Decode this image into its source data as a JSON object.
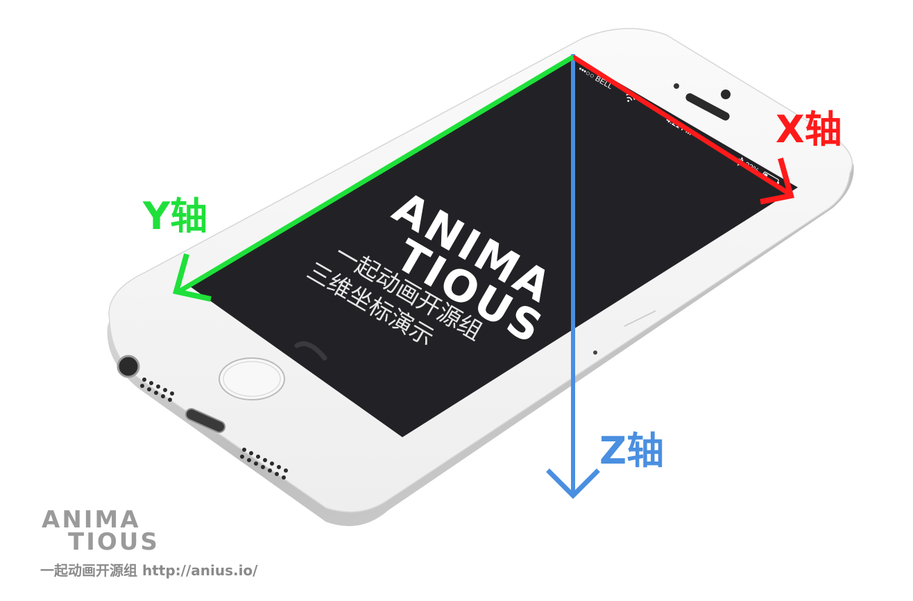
{
  "colors": {
    "x_axis": "#ff1a1a",
    "y_axis": "#1fe03a",
    "z_axis": "#4a8fe0",
    "screen": "#222226",
    "phone_body": "#f4f4f4",
    "footer_text": "#9a9a9a"
  },
  "axes": {
    "x_label": "X轴",
    "y_label": "Y轴",
    "z_label": "Z轴"
  },
  "phone": {
    "status": {
      "carrier": "•••○○ BELL",
      "wifi_icon": "wifi-icon",
      "time": "4:21 PM",
      "bluetooth_icon": "bluetooth-icon",
      "battery": "22%",
      "battery_icon": "battery-icon"
    },
    "logo_line1": "ANIMA",
    "logo_line2": "TIOUS",
    "subtitle_line1": "一起动画开源组",
    "subtitle_line2": "三维坐标演示"
  },
  "footer": {
    "logo_line1": "ANIMA",
    "logo_line2": "TIOUS",
    "caption": "一起动画开源组 http://anius.io/"
  }
}
